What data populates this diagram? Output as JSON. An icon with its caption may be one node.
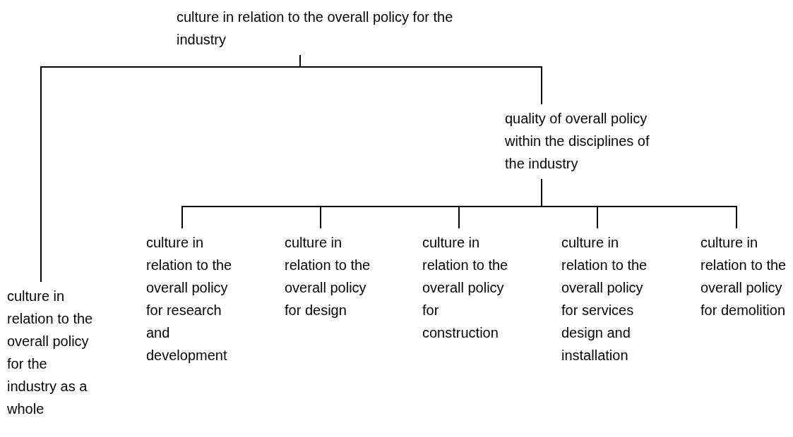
{
  "diagram": {
    "nodes": [
      {
        "text": [
          "culture in relation to the overall policy for the industry"
        ]
      },
      {
        "text": [
          "quality of overall policy within the disciplines of the industry"
        ]
      },
      {
        "text": [
          "culture in relation to the overall policy for the industry as a whole"
        ]
      },
      {
        "text": [
          "culture in relation to the overall policy for research and development"
        ]
      },
      {
        "text": [
          "culture in relation to the overall policy for design"
        ]
      },
      {
        "text": [
          "culture in relation to the overall policy for construction"
        ]
      },
      {
        "text": [
          "culture in relation to the overall policy for services design and installation"
        ]
      },
      {
        "text": [
          "culture in relation to the overall policy for demolition"
        ]
      }
    ],
    "edges": [
      {
        "from": 0,
        "to": 2,
        "arrow": "none"
      },
      {
        "from": 0,
        "to": 1,
        "arrow": "none"
      },
      {
        "from": 1,
        "to": 3,
        "arrow": "none"
      },
      {
        "from": 1,
        "to": 4,
        "arrow": "none"
      },
      {
        "from": 1,
        "to": 5,
        "arrow": "none"
      },
      {
        "from": 1,
        "to": 6,
        "arrow": "none"
      },
      {
        "from": 1,
        "to": 7,
        "arrow": "none"
      }
    ]
  }
}
